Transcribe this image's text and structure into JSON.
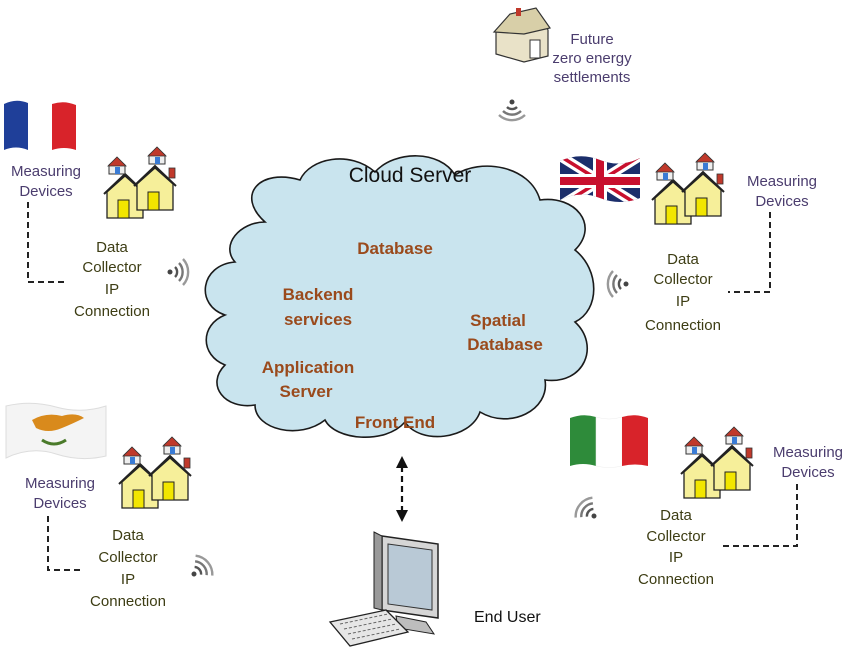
{
  "colors": {
    "cloud_fill": "#c9e4ee",
    "cloud_stroke": "#1a1a1a",
    "cloud_text": "#9a4a1c",
    "label_purple": "#4b3d6e",
    "label_olive": "#3d3d14",
    "house_wall": "#f6ef9a",
    "house_door": "#f2e600",
    "roof_accent": "#c0392b"
  },
  "cloud": {
    "title": "Cloud Server",
    "items": [
      "Database",
      "Backend",
      "services",
      "Spatial",
      "Database",
      "Application",
      "Server",
      "Front End"
    ]
  },
  "future": {
    "lines": [
      "Future",
      "zero energy",
      "settlements"
    ]
  },
  "sites": {
    "france": {
      "flag": "france-flag",
      "measuring": [
        "Measuring",
        "Devices"
      ],
      "collector": [
        "Data",
        "Collector",
        "IP",
        "Connection"
      ]
    },
    "uk": {
      "flag": "uk-flag",
      "measuring": [
        "Measuring",
        "Devices"
      ],
      "collector": [
        "Data",
        "Collector",
        "IP",
        "Connection"
      ]
    },
    "cyprus": {
      "flag": "cyprus-flag",
      "measuring": [
        "Measuring",
        "Devices"
      ],
      "collector": [
        "Data",
        "Collector",
        "IP",
        "Connection"
      ]
    },
    "italy": {
      "flag": "italy-flag",
      "measuring": [
        "Measuring",
        "Devices"
      ],
      "collector": [
        "Data",
        "Collector",
        "IP",
        "Connection"
      ]
    }
  },
  "end_user": {
    "label": "End User"
  }
}
